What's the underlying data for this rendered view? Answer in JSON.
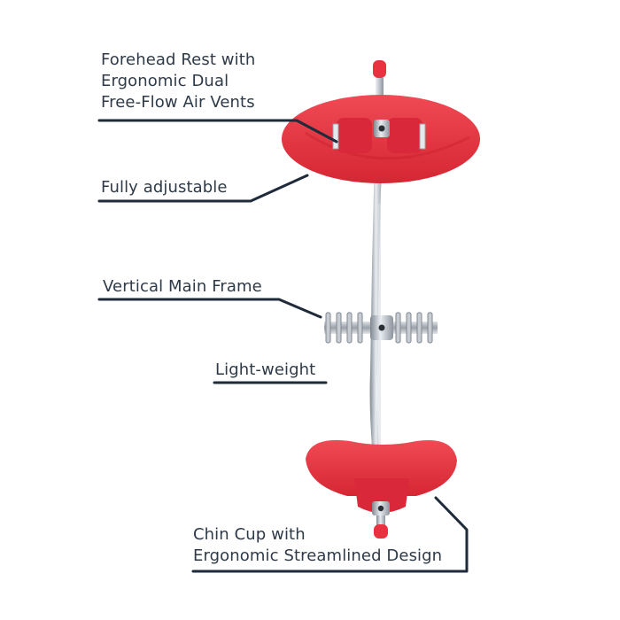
{
  "labels": {
    "forehead_rest": {
      "line1": "Forehead Rest with",
      "line2": "Ergonomic Dual",
      "line3": "Free-Flow Air Vents"
    },
    "fully_adjustable": "Fully adjustable",
    "vertical_frame": "Vertical Main Frame",
    "light_weight": "Light-weight",
    "chin_cup": {
      "line1": "Chin Cup with",
      "line2": "Ergonomic Streamlined Design"
    }
  },
  "colors": {
    "product_red": "#e8323f",
    "text": "#2e3a48",
    "leader_line": "#1f2b3a",
    "metal": "#b8bec6"
  },
  "icons": [
    "forehead-rest-image",
    "chin-cup-image",
    "spring-adjuster-image",
    "vertical-frame-image"
  ]
}
